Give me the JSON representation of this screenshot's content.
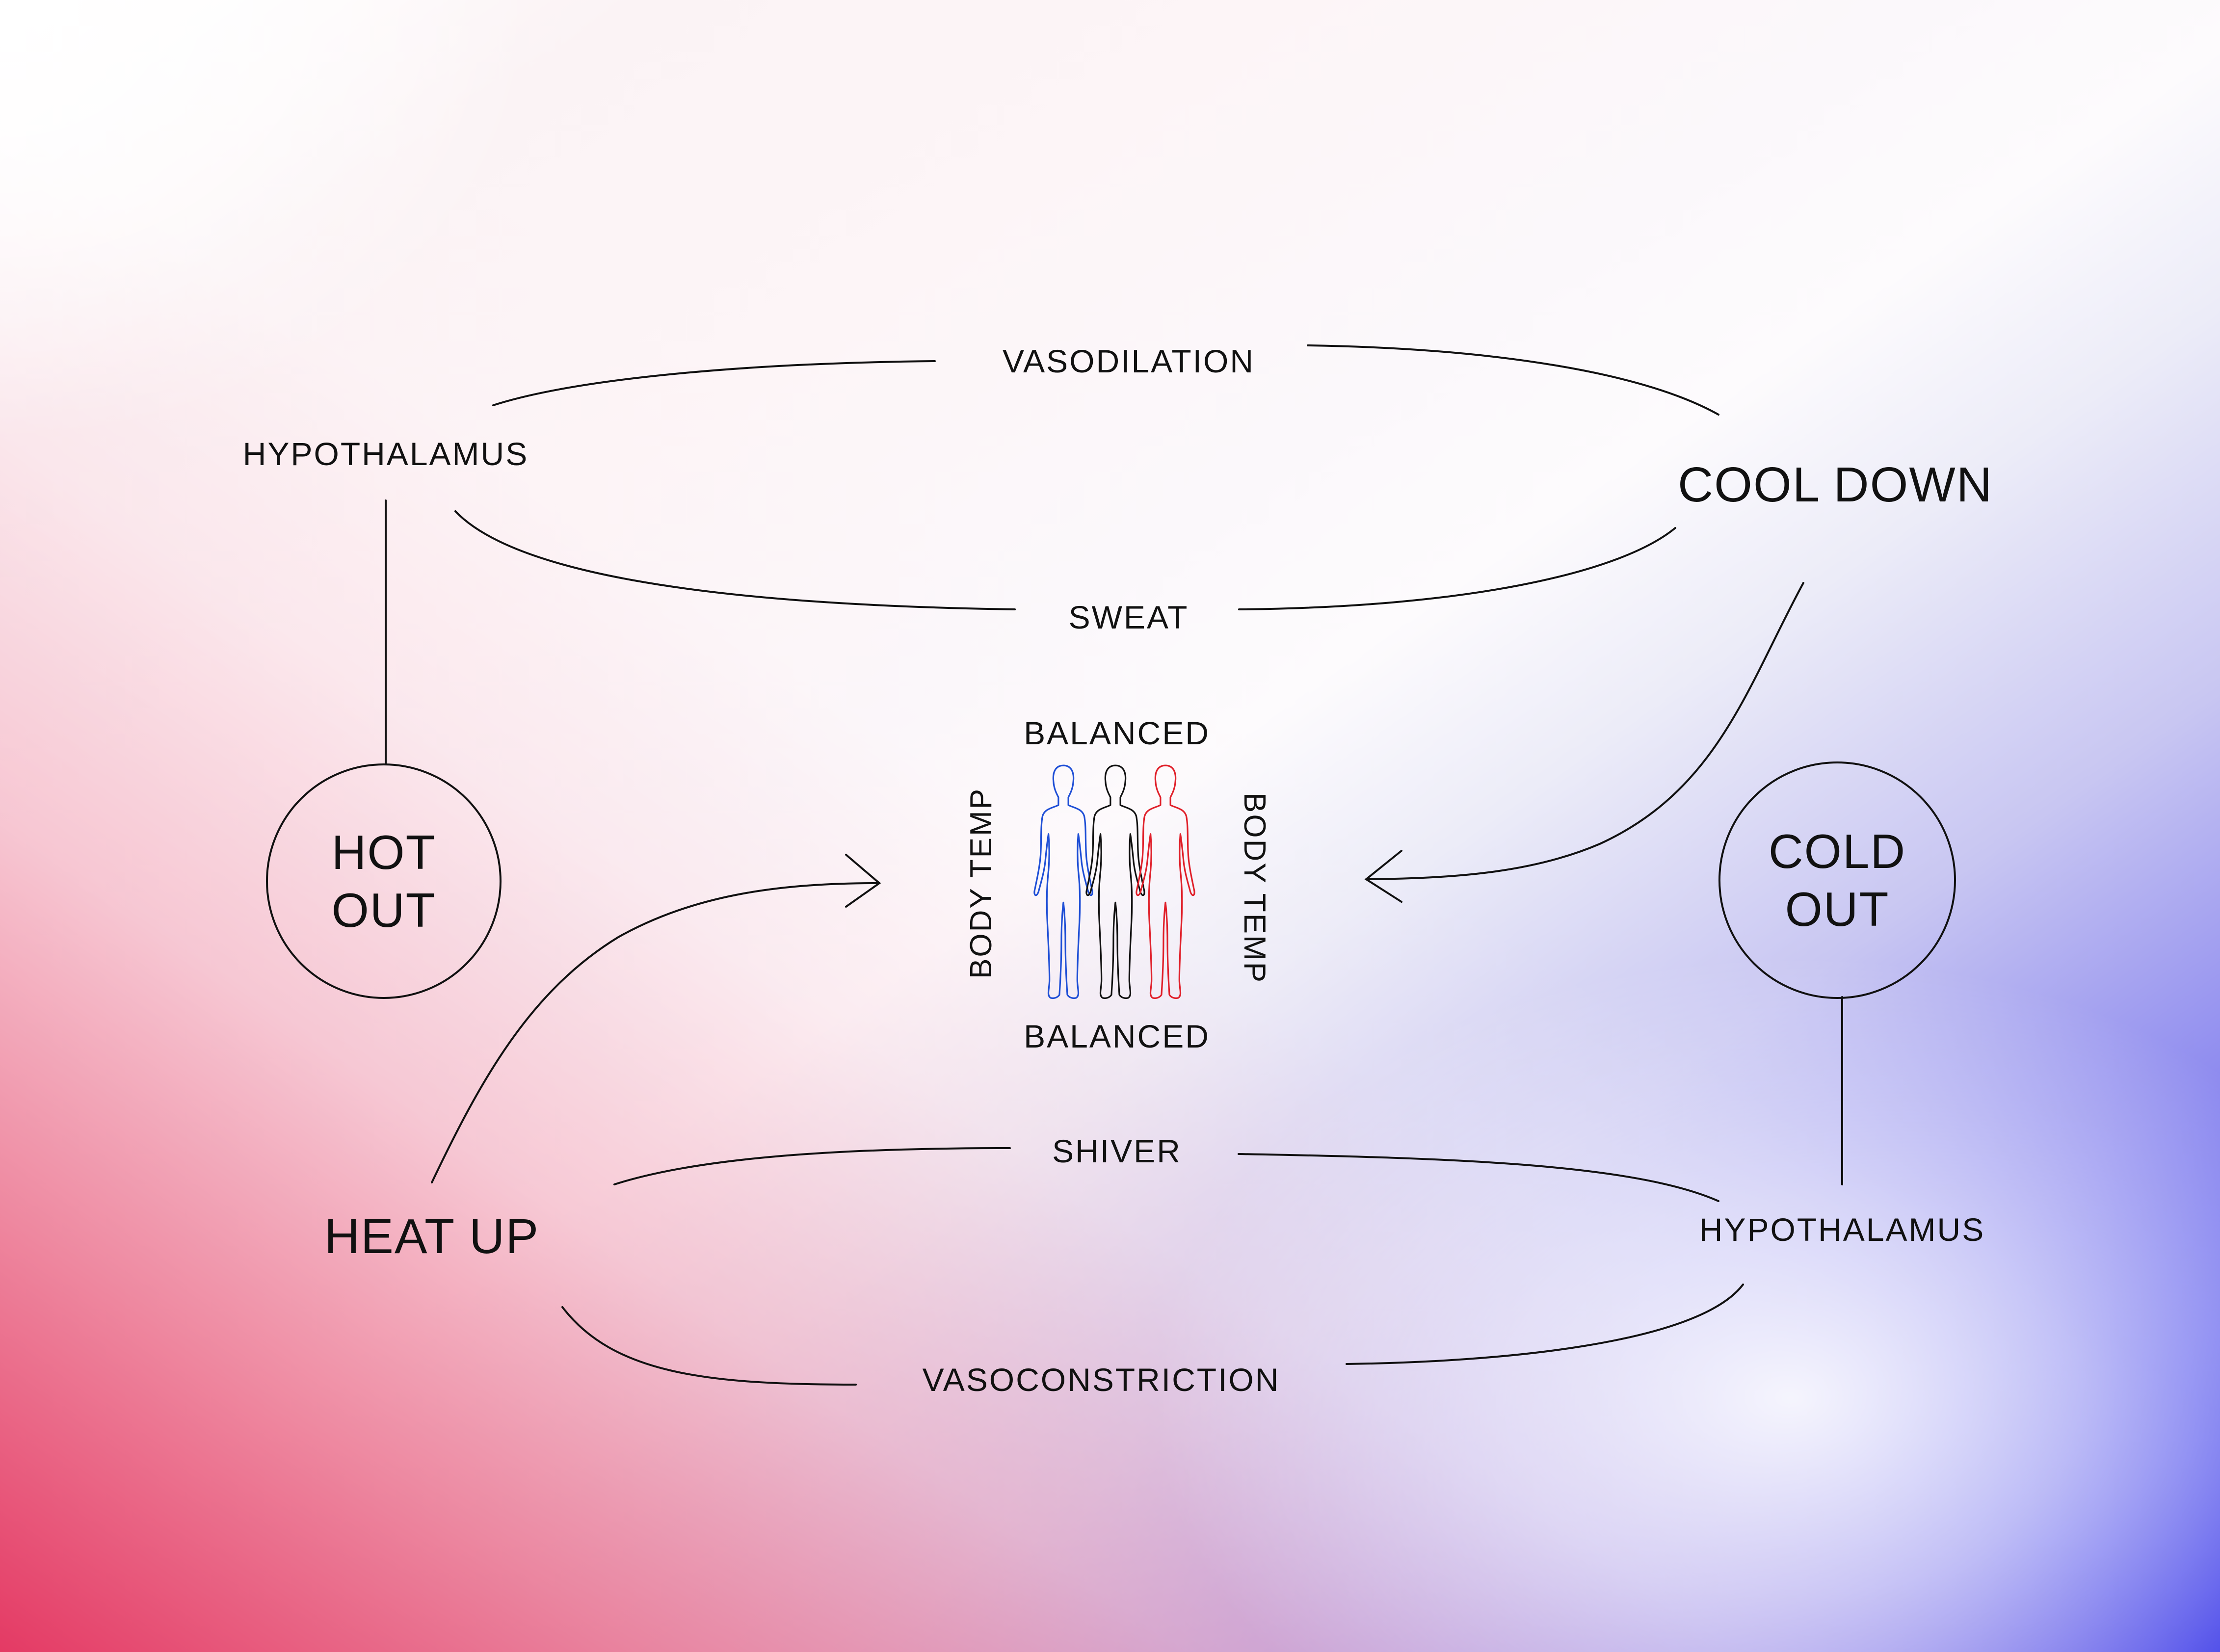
{
  "diagram": {
    "top_left": "HYPOTHALAMUS",
    "bottom_right": "HYPOTHALAMUS",
    "vasodilation": "VASODILATION",
    "sweat": "SWEAT",
    "cool_down": "COOL DOWN",
    "heat_up": "HEAT UP",
    "shiver": "SHIVER",
    "vasoconstriction": "VASOCONSTRICTION",
    "hot_out": [
      "HOT",
      "OUT"
    ],
    "cold_out": [
      "COLD",
      "OUT"
    ],
    "center": {
      "top": "BALANCED",
      "bottom": "BALANCED",
      "left": "BODY TEMP",
      "right": "BODY TEMP"
    }
  },
  "colors": {
    "figure_cold": "#1f4fd6",
    "figure_neutral": "#111111",
    "figure_hot": "#e0202a",
    "gradient_red": "#e43a64",
    "gradient_blue": "#2424e6"
  }
}
